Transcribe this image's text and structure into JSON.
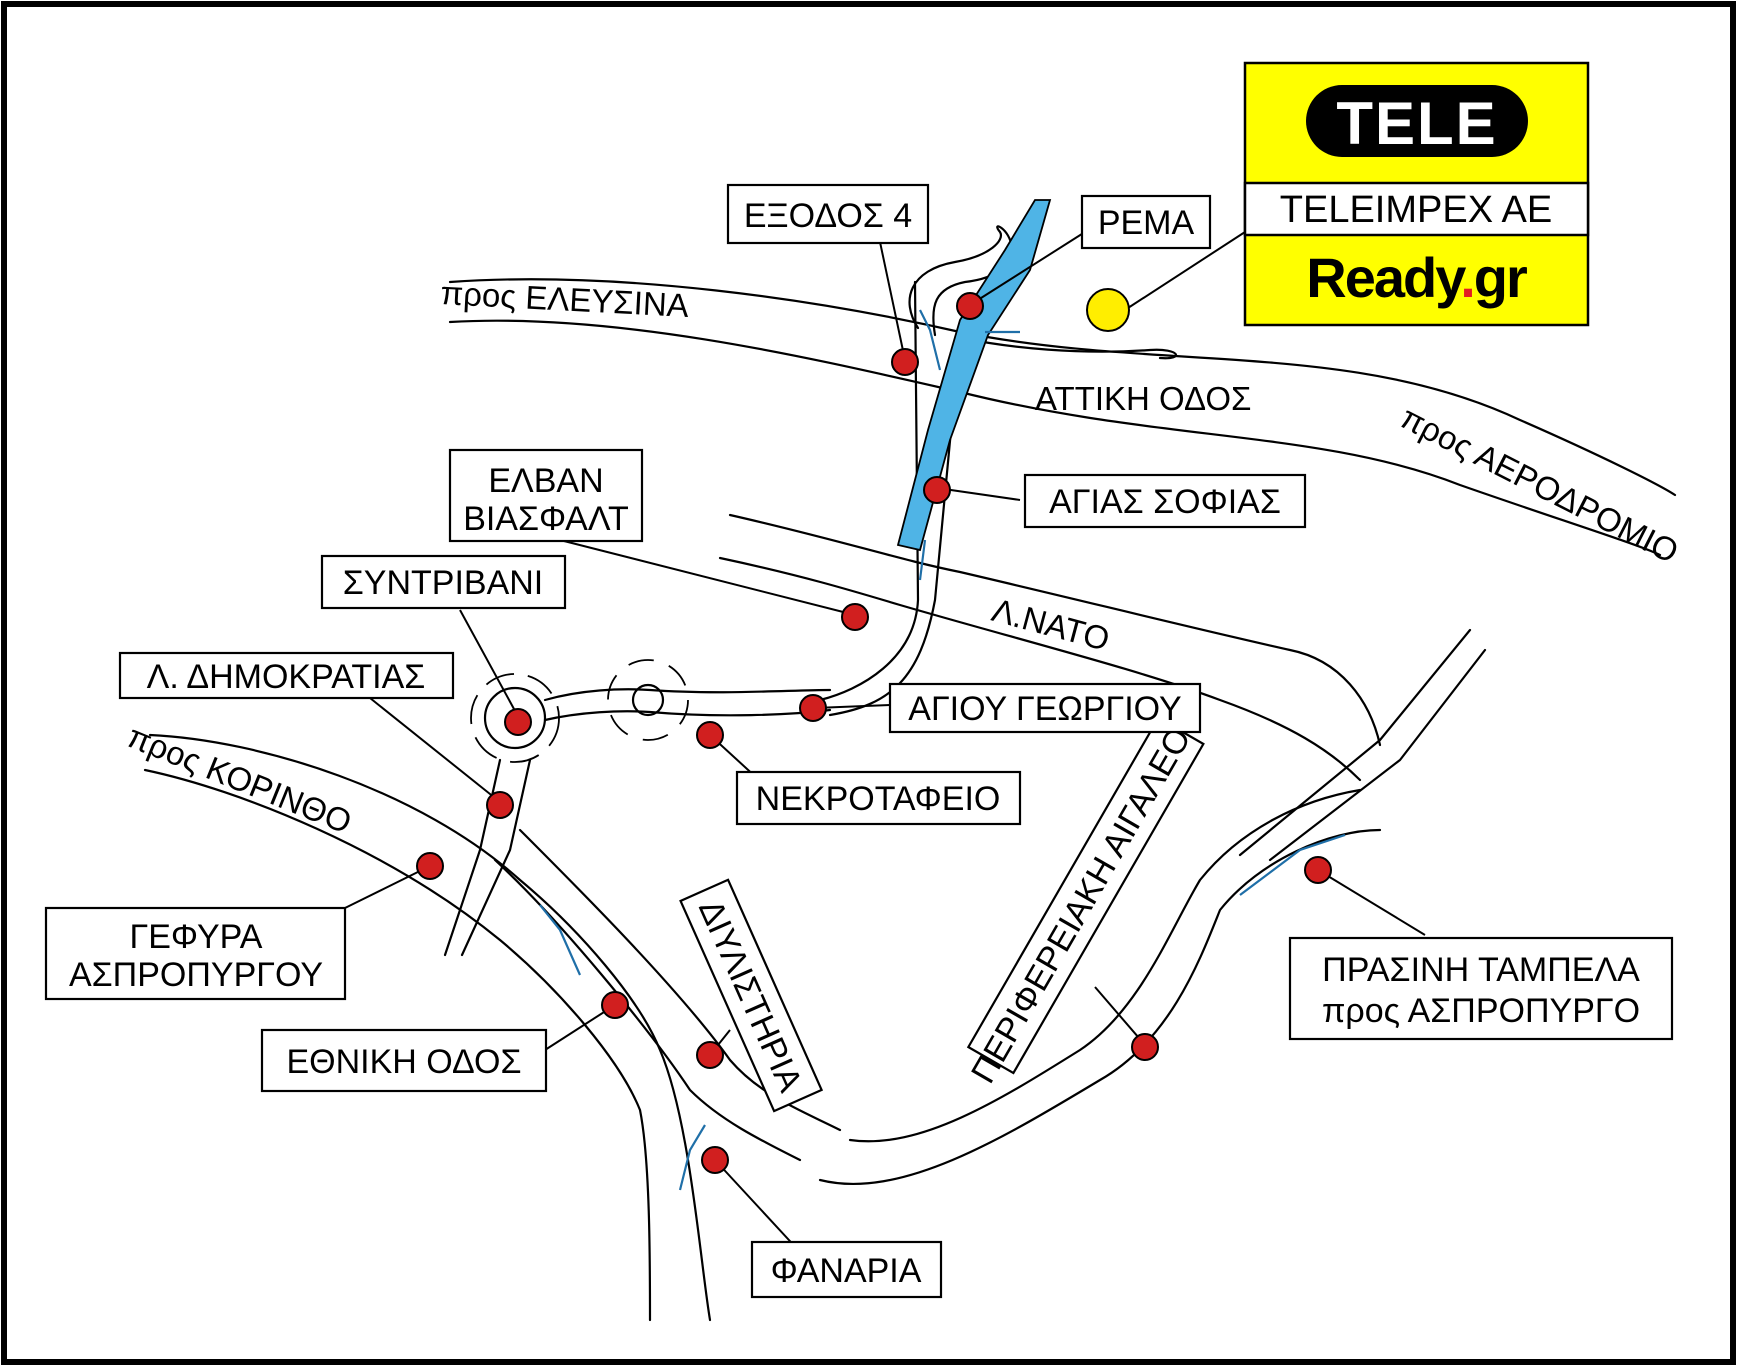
{
  "colors": {
    "marker": "#d11f1f",
    "destination_marker": "#ffee00",
    "stream": "#4fb4e6",
    "logo_background": "#ffff00",
    "logo_dot": "#e31b23",
    "route_arrow": "#1f6fa8"
  },
  "logo": {
    "mark": "TELE",
    "company": "TELEIMPEX AE",
    "brand_main": "Ready",
    "brand_dot": ".",
    "brand_tld": "gr"
  },
  "roads": {
    "elefsina": "προς ΕΛΕΥΣΙΝΑ",
    "attiki_odos": "ΑΤΤΙΚΗ ΟΔΟΣ",
    "aerodromio": "προς ΑΕΡΟΔΡΟΜΙΟ",
    "nato": "Λ.ΝΑΤΟ",
    "korintho": "προς ΚΟΡΙΝΘΟ",
    "diylistiria": "ΔΙΥΛΙΣΤΗΡΙΑ",
    "perifereiaki": "ΠΕΡΙΦΕΡΕΙΑΚΗ ΑΙΓΑΛΕΟΥ"
  },
  "labels": {
    "exodos4": "ΕΞΟΔΟΣ 4",
    "rema": "ΡΕΜΑ",
    "agias_sofias": "ΑΓΙΑΣ ΣΟΦΙΑΣ",
    "elvan_line1": "ΕΛΒΑΝ",
    "elvan_line2": "ΒΙΑΣΦΑΛΤ",
    "syntrivani": "ΣΥΝΤΡΙΒΑΝΙ",
    "dimokratias": "Λ. ΔΗΜΟΚΡΑΤΙΑΣ",
    "agiou_georgiou": "ΑΓΙΟΥ ΓΕΩΡΓΙΟΥ",
    "nekrotafeio": "ΝΕΚΡΟΤΑΦΕΙΟ",
    "gefyra_line1": "ΓΕΦΥΡΑ",
    "gefyra_line2": "ΑΣΠΡΟΠΥΡΓΟΥ",
    "ethniki_odos": "ΕΘΝΙΚΗ ΟΔΟΣ",
    "fanaria": "ΦΑΝΑΡΙΑ",
    "prasini_line1": "ΠΡΑΣΙΝΗ ΤΑΜΠΕΛΑ",
    "prasini_line2": "προς ΑΣΠΡΟΠΥΡΓΟ"
  }
}
